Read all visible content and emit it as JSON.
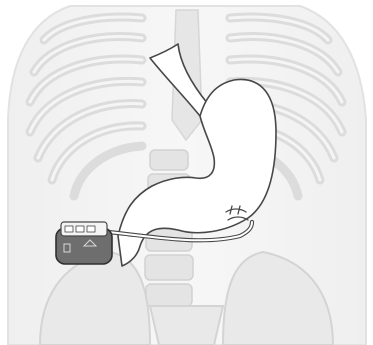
{
  "diagram": {
    "parts": [
      "torso",
      "rib-cage",
      "spine",
      "pelvis",
      "esophagus",
      "stomach",
      "duodenum",
      "gastric-stimulator-device",
      "stimulator-lead",
      "lead-electrodes"
    ]
  },
  "colors": {
    "background": "#ffffff",
    "bone": "#e9e9e9",
    "bone_outline": "#d5d5d5",
    "organ_fill": "#ffffff",
    "organ_outline": "#474747",
    "device_fill": "#6e6e6e",
    "device_outline": "#2f2f2f",
    "connector_fill": "#f4f4f4"
  }
}
